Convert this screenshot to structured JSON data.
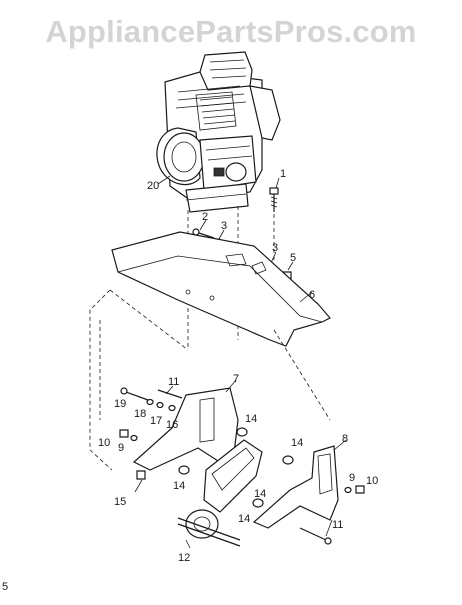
{
  "watermark": "AppliancePartsPros.com",
  "callouts": [
    "1",
    "2",
    "3",
    "3",
    "5",
    "6",
    "7",
    "8",
    "9",
    "9",
    "10",
    "10",
    "11",
    "11",
    "12",
    "14",
    "14",
    "14",
    "14",
    "14",
    "15",
    "16",
    "17",
    "18",
    "19",
    "20"
  ],
  "corner_mark": "5"
}
